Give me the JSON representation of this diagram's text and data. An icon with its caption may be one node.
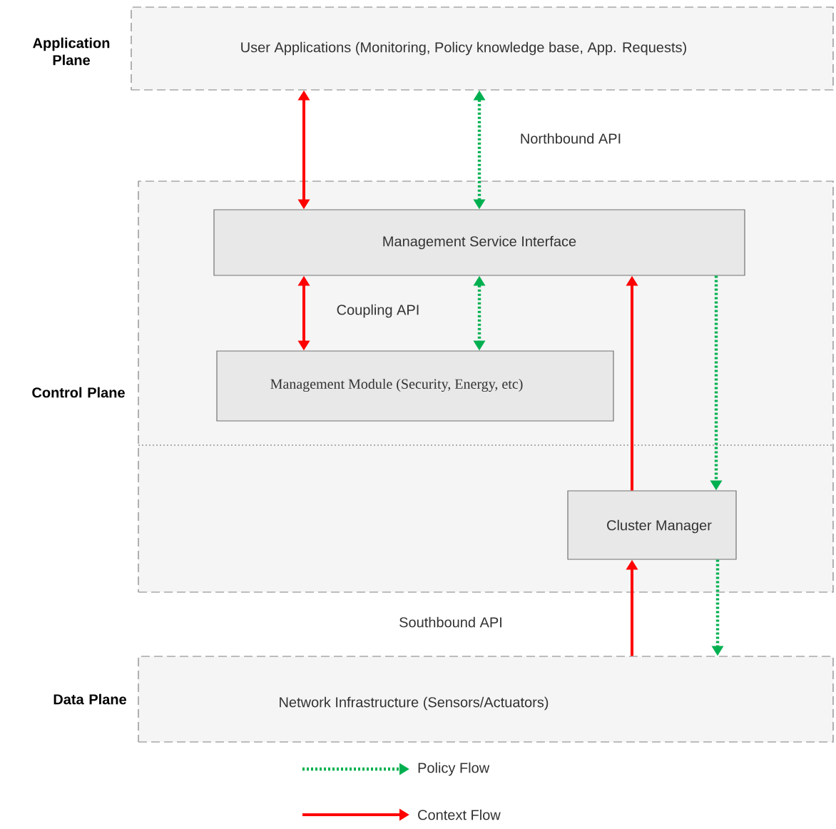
{
  "diagram": {
    "nodes": [
      {
        "text": [
          "Application Plane",
          "User Applications (Monitoring, Policy knowledge base, App. Requests)"
        ]
      },
      {
        "text": [
          "Control Plane"
        ]
      },
      {
        "text": [
          "Management Service Interface"
        ],
        "in": 1
      },
      {
        "text": [
          "Management Module (Security, Energy, etc)"
        ],
        "in": 1
      },
      {
        "text": [
          "Cluster Manager"
        ],
        "in": 1
      },
      {
        "text": [
          "Data Plane",
          "Network Infrastructure (Sensors/Actuators)"
        ]
      }
    ],
    "edges": [
      {
        "from": 0,
        "to": 2,
        "arrow": "both",
        "color": "#ff0000"
      },
      {
        "from": 0,
        "to": 2,
        "arrow": "both",
        "style": "dashed",
        "color": "#00b050"
      },
      {
        "from": 2,
        "to": 3,
        "arrow": "both",
        "color": "#ff0000"
      },
      {
        "from": 2,
        "to": 3,
        "arrow": "both",
        "style": "dashed",
        "color": "#00b050"
      },
      {
        "from": 4,
        "to": 2,
        "arrow": "to",
        "color": "#ff0000"
      },
      {
        "from": 2,
        "to": 4,
        "arrow": "to",
        "style": "dashed",
        "color": "#00b050"
      },
      {
        "from": 5,
        "to": 4,
        "arrow": "to",
        "color": "#ff0000"
      },
      {
        "from": 4,
        "to": 5,
        "arrow": "to",
        "style": "dashed",
        "color": "#00b050"
      }
    ],
    "labels": [
      "Northbound API",
      "Coupling API",
      "Southbound API"
    ],
    "legend": [
      {
        "text": "Policy Flow"
      },
      {
        "text": "Context Flow"
      }
    ]
  }
}
